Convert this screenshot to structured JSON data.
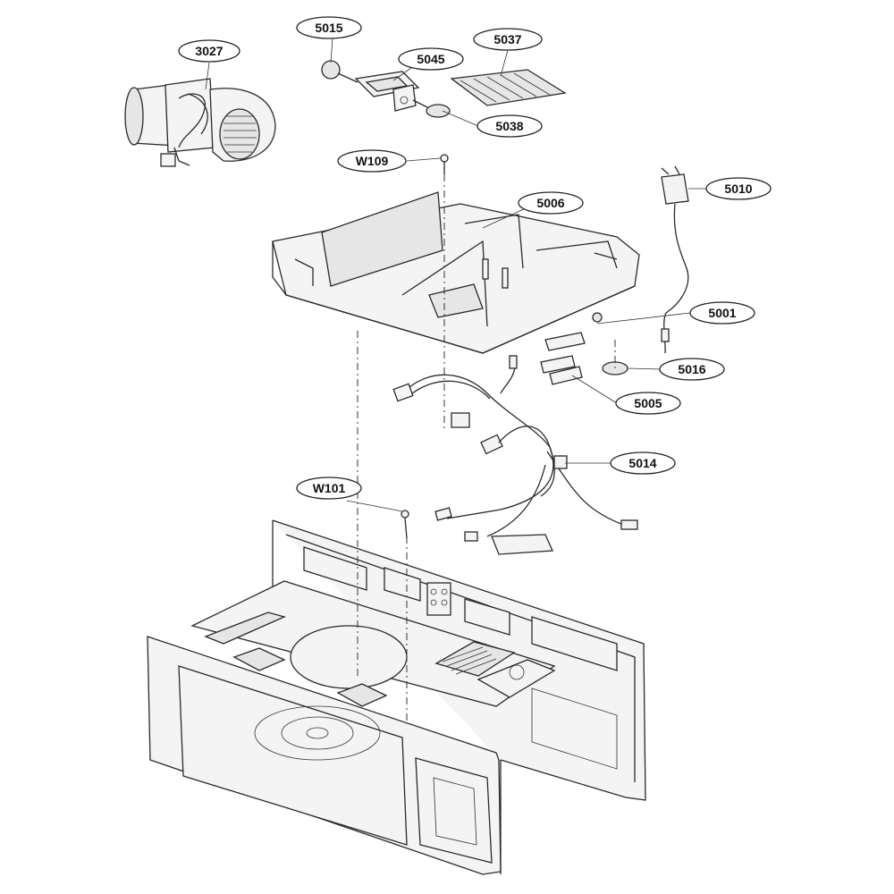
{
  "diagram": {
    "type": "exploded-parts-diagram",
    "colors": {
      "line": "#2a2a2a",
      "fill": "#f4f4f4",
      "callout_fill": "#ffffff"
    },
    "callouts": [
      {
        "id": "3027",
        "label": "3027"
      },
      {
        "id": "5015",
        "label": "5015"
      },
      {
        "id": "5045",
        "label": "5045"
      },
      {
        "id": "5037",
        "label": "5037"
      },
      {
        "id": "5038",
        "label": "5038"
      },
      {
        "id": "W109",
        "label": "W109"
      },
      {
        "id": "5006",
        "label": "5006"
      },
      {
        "id": "5010",
        "label": "5010"
      },
      {
        "id": "5001",
        "label": "5001"
      },
      {
        "id": "5016",
        "label": "5016"
      },
      {
        "id": "5005",
        "label": "5005"
      },
      {
        "id": "5014",
        "label": "5014"
      },
      {
        "id": "W101",
        "label": "W101"
      }
    ]
  }
}
